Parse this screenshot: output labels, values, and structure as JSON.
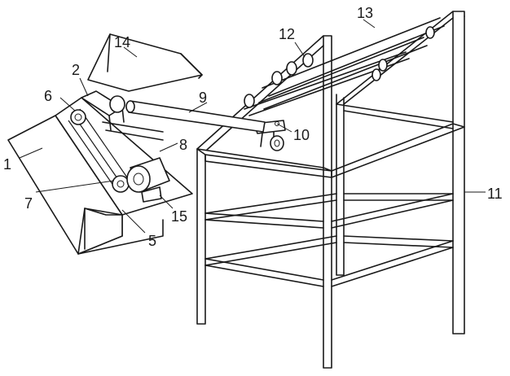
{
  "diagram": {
    "labels": {
      "l1": "1",
      "l2": "2",
      "l5": "5",
      "l6": "6",
      "l7": "7",
      "l8": "8",
      "l9": "9",
      "l10": "10",
      "l11": "11",
      "l12": "12",
      "l13": "13",
      "l14": "14",
      "l15": "15"
    }
  }
}
